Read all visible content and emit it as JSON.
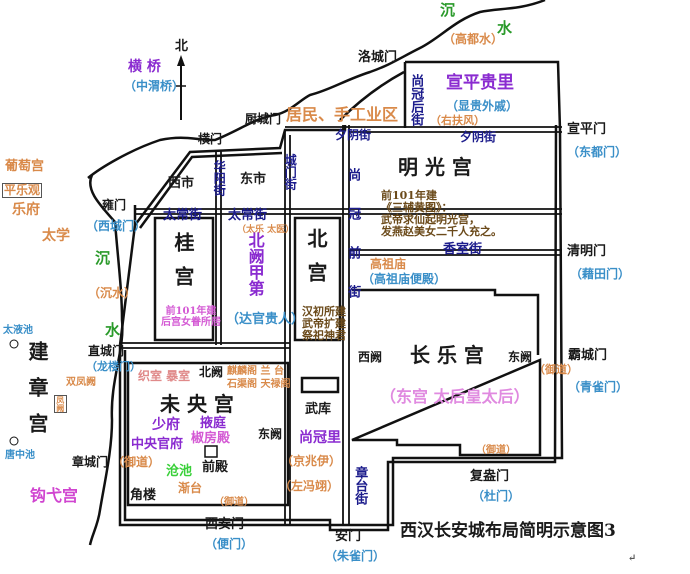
{
  "title": "西汉长安城布局简明示意图3",
  "north_label": "北",
  "return_mark": "↵",
  "colors": {
    "wall": "#111111",
    "street": "#1c1c8c",
    "alias": "#3a8fc8",
    "office": "#d98a4a",
    "residence": "#8a2bd0",
    "river": "#2a9a2a",
    "palace_note": "#d45ad4"
  },
  "labels": {
    "hengqiao": "横 桥",
    "zhongweiqiao": "（中渭桥）",
    "jue1": "沉",
    "shui1": "水",
    "gaodushui": "（高都水）",
    "luochengmen": "洛城门",
    "shangguanhoujie": "尚冠后街",
    "xuanpingguili": "宣平贵里",
    "xiangui": "（显贵外戚）",
    "youfufeng": "（右扶风）",
    "xiyinjie1": "夕阴街",
    "xiyinjie2": "夕阴街",
    "xuanpingmen": "宣平门",
    "dongdumen": "（东都门）",
    "chuchengmen": "厨城门",
    "jumin": "居民、手工业区",
    "hengmen": "横门",
    "mingguanggong": "明 光 宫",
    "shangguanqianjie": "尚冠前街",
    "mg_note": [
      "前101年建",
      "《三辅黄图》：",
      "武帝求仙起明光宫，",
      "发燕赵美女二千人充之。"
    ],
    "xishi": "西市",
    "dongshi": "东市",
    "huayangjie": "华阳街",
    "chengmenjie": "城门街",
    "yongmen": "雍门",
    "xichengmen": "（西城门）",
    "putaogong": "葡萄宫",
    "pinglexguan": "平乐观",
    "yuefu": "乐府",
    "taixue": "太学",
    "jue2": "沉",
    "jueshui": "（沉水）",
    "shui2": "水",
    "taichangjie1": "太常街",
    "taichangjie2": "太常街",
    "taile": "（太乐 太医）",
    "guigong": "桂宫",
    "beiquejiadi": "北阙甲第",
    "daguan": "（达官贵人）",
    "beigong": "北宫",
    "bg_note": [
      "汉初所建",
      "武帝扩建",
      "祭祀神君"
    ],
    "gg_note": [
      "前101年建",
      "后宫女眷所居"
    ],
    "xiangshijie": "香室街",
    "gaozumiao": "高祖庙",
    "gaozubiandian": "（高祖庙便殿）",
    "qingmingmen": "清明门",
    "jitianmen": "（藉田门）",
    "taiyechi": "太液池",
    "jianzhanggong": "建章宫",
    "zhichengmen": "直城门",
    "longloumen": "（龙楼门）",
    "shuangfengque": "双凤阙",
    "fengque": "凤阙",
    "tangzhongchi": "唐中池",
    "zhangchengmen": "章城门",
    "yudao1": "（御道）",
    "gouyigong": "钩弋宫",
    "weiyanggong": "未 央 宫",
    "zhishi": "织室 暴室",
    "beique": "北阙",
    "qilinge": "麒麟阁 兰 台",
    "shiquge": "石渠阁 天禄阁",
    "cangchi": "沧池",
    "jiantai": "渐台",
    "shaofu": "少府",
    "yeting": "掖庭",
    "jiaofangdian": "椒房殿",
    "zhongyang": "中央官府",
    "qiandian": "前殿",
    "dongque1": "东阙",
    "jiaolou": "角楼",
    "yudao2": "（御道）",
    "xianmen": "西安门",
    "bianmen": "（便门）",
    "wuku": "武库",
    "shangguanli": "尚冠里",
    "jingzhaoyin": "（京兆伊）",
    "zuofengyi": "（左冯翊）",
    "zhangtaijie": "章台街",
    "anmen": "安门",
    "zhuquemen": "（朱雀门）",
    "xique": "西阙",
    "changlegong": "长 乐 宫",
    "dongque2": "东阙",
    "donggong": "（东宫 太后皇太后）",
    "bachengmen": "霸城门",
    "yudao3": "（御道）",
    "qingquemen": "（青雀门）",
    "yudao4": "（御道）",
    "fuangmen": "复盎门",
    "dumen": "（杜门）"
  }
}
